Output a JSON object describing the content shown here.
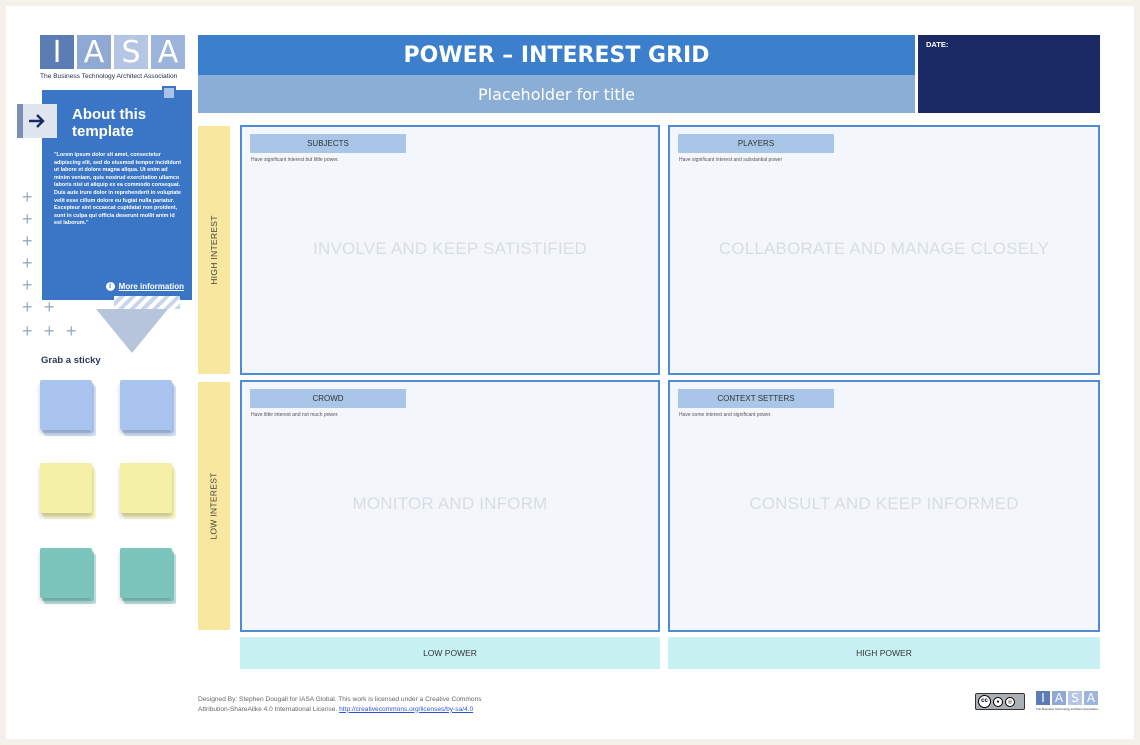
{
  "header": {
    "title": "POWER – INTEREST GRID",
    "subtitle": "Placeholder for title",
    "date_label": "DATE:"
  },
  "logo": {
    "letters": [
      "I",
      "A",
      "S",
      "A"
    ],
    "tagline": "The Business Technology Architect Association"
  },
  "about": {
    "title": "About this template",
    "body": "\"Lorem ipsum dolor sit amet, consectetur adipiscing elit, sed do eiusmod tempor incididunt ut labore et dolore magna aliqua. Ut enim ad minim veniam, quis nostrud exercitation ullamco laboris nisi ut aliquip ex ea commodo consequat. Duis aute irure dolor in reprehenderit in voluptate velit esse cillum dolore eu fugiat nulla pariatur. Excepteur sint occaecat cupidatat non proident, sunt in culpa qui officia deserunt mollit anim id est laborum.\"",
    "more_label": "More information",
    "arrow_icon": "arrow-right-icon",
    "info_icon": "info-icon"
  },
  "stickies": {
    "label": "Grab a sticky",
    "colors": {
      "blue": "#a9c4ee",
      "yellow": "#f4f0a6",
      "teal": "#7cc5bd"
    }
  },
  "axes": {
    "high_interest": "HIGH INTEREST",
    "low_interest": "LOW INTEREST",
    "low_power": "LOW POWER",
    "high_power": "HIGH POWER"
  },
  "quadrants": {
    "subjects": {
      "label": "SUBJECTS",
      "description": "Have significant interest but little power.",
      "action": "INVOLVE AND KEEP SATISTIFIED"
    },
    "players": {
      "label": "PLAYERS",
      "description": "Have significant interest and substantial power",
      "action": "COLLABORATE AND MANAGE CLOSELY"
    },
    "crowd": {
      "label": "CROWD",
      "description": "Have little interest and not much power.",
      "action": "MONITOR AND INFORM"
    },
    "context_setters": {
      "label": "CONTEXT SETTERS",
      "description": "Have some interest and significant power.",
      "action": "CONSULT AND KEEP INFORMED"
    }
  },
  "footer": {
    "credit_line1": "Designed By: Stephen Dougall for IASA Global. This work is licensed under a Creative Commons",
    "credit_line2": "Attribution-ShareAlike 4.0 International License. ",
    "license_link": "http://creativecommons.org/licenses/by-sa/4.0",
    "cc_text": "cc",
    "small_logo_tagline": "The Business Technology Architect Association"
  },
  "colors": {
    "title_bar": "#3b7fcd",
    "subtitle_bar": "#8aaed6",
    "date_box": "#1b2a64",
    "axis_interest": "#f8e79e",
    "axis_power": "#c8f1f4",
    "quadrant_border": "#4f8bd6"
  }
}
